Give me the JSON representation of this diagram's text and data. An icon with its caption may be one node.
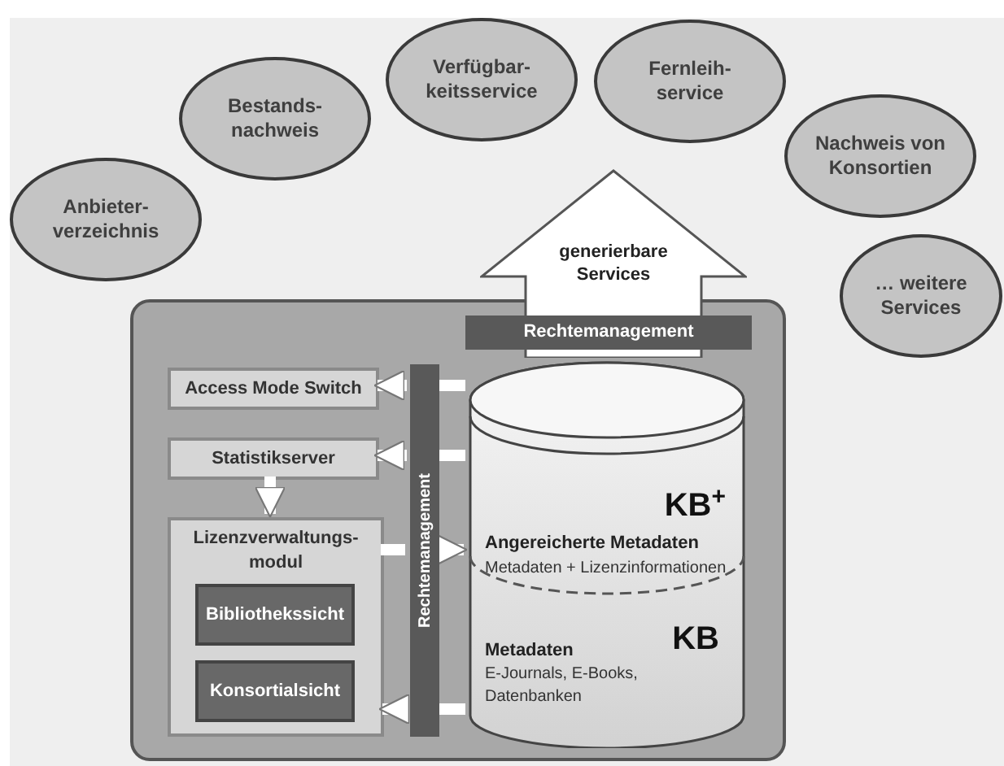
{
  "diagram": {
    "nodes": [
      {
        "text": [
          "Anbieter-verzeichnis"
        ]
      },
      {
        "text": [
          "Bestands-nachweis"
        ]
      },
      {
        "text": [
          "Verfügbar-keitsservice"
        ]
      },
      {
        "text": [
          "Fernleih-service"
        ]
      },
      {
        "text": [
          "Nachweis von Konsortien"
        ]
      },
      {
        "text": [
          "… weitere Services"
        ]
      },
      {
        "text": [
          "generierbare Services"
        ]
      },
      {
        "text": [],
        "shape": "box"
      },
      {
        "text": [
          "Rechtemanagement"
        ],
        "in": 7
      },
      {
        "text": [
          "Access Mode Switch"
        ],
        "in": 7
      },
      {
        "text": [
          "Statistikserver"
        ],
        "in": 7
      },
      {
        "text": [
          "Lizenzverwaltungs-modul"
        ],
        "in": 7
      },
      {
        "text": [
          "Bibliothekssicht"
        ],
        "in": 11
      },
      {
        "text": [
          "Konsortialsicht"
        ],
        "in": 11
      },
      {
        "text": [
          "Rechtemanagement"
        ],
        "in": 7
      },
      {
        "text": [
          "KB$^{+}$",
          "Angereicherte Metadaten",
          "Metadaten + Lizenzinformationen",
          "KB",
          "Metadaten",
          "E-Journals, E-Books, Datenbanken"
        ],
        "in": 7
      }
    ],
    "edges": [
      {
        "from": 15,
        "to": 14,
        "arrow": "none"
      },
      {
        "from": 14,
        "to": 9,
        "arrow": "to"
      },
      {
        "from": 15,
        "to": 14,
        "arrow": "none"
      },
      {
        "from": 14,
        "to": 10,
        "arrow": "to"
      },
      {
        "from": 10,
        "to": 11,
        "arrow": "to"
      },
      {
        "from": 11,
        "to": 14,
        "arrow": "none"
      },
      {
        "from": 14,
        "to": 15,
        "arrow": "to"
      },
      {
        "from": 15,
        "to": 14,
        "arrow": "none"
      },
      {
        "from": 14,
        "to": 11,
        "arrow": "to"
      }
    ]
  }
}
